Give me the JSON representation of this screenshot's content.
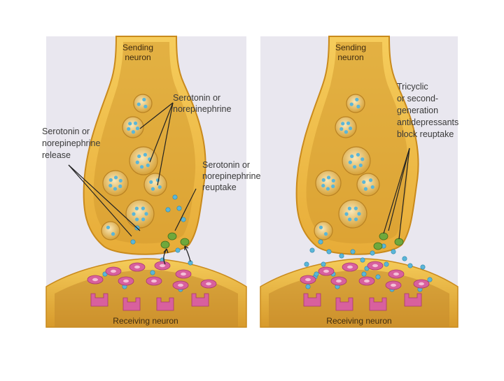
{
  "panels": [
    {
      "sending_label": [
        "Sending",
        "neuron"
      ],
      "receiving_label": "Receiving neuron",
      "callouts": [
        {
          "lines": [
            "Serotonin or",
            "norepinephrine"
          ]
        },
        {
          "lines": [
            "Serotonin or",
            "norepinephrine",
            "release"
          ]
        },
        {
          "lines": [
            "Serotonin or",
            "norepinephrine",
            "reuptake"
          ]
        }
      ]
    },
    {
      "sending_label": [
        "Sending",
        "neuron"
      ],
      "receiving_label": "Receiving neuron",
      "callouts": [
        {
          "lines": [
            "Tricyclic",
            "or second-",
            "generation",
            "antidepressants",
            "block reuptake"
          ]
        }
      ]
    }
  ],
  "colors": {
    "neuron_fill": "#f2c24e",
    "neuron_edge": "#c98a1c",
    "neuron_inner": "#d7a238",
    "cleft_bg": "#e9e7ef",
    "molecule": "#5bb6d8",
    "transporter": "#6fa83c",
    "receptor": "#d8609e"
  }
}
